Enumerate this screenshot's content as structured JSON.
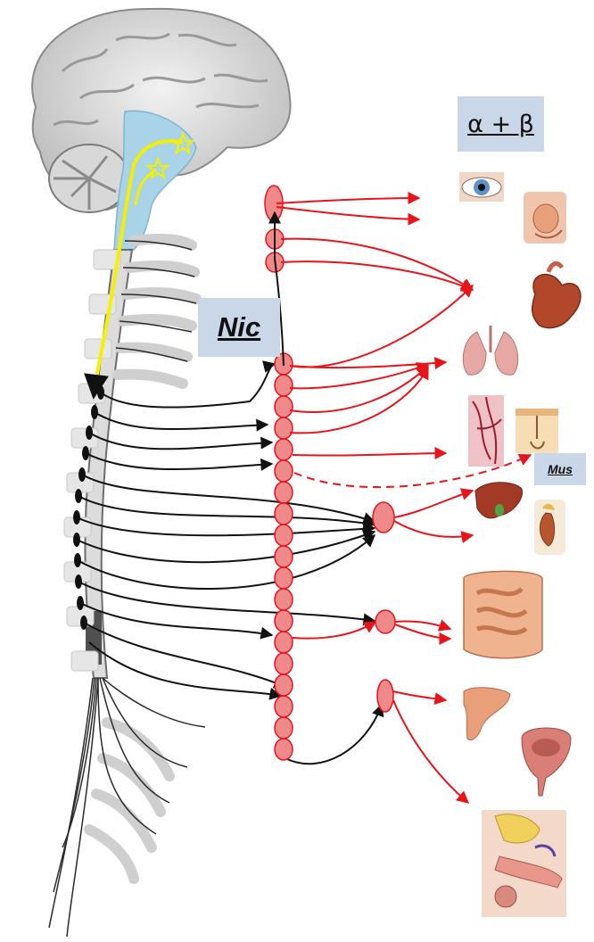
{
  "labels": {
    "alpha_beta": "α + β",
    "nic": "Nic",
    "mus": "Mus"
  },
  "organs": [
    {
      "name": "eye",
      "icon": "eye-icon"
    },
    {
      "name": "salivary-gland",
      "icon": "salivary-gland-icon"
    },
    {
      "name": "heart",
      "icon": "heart-icon"
    },
    {
      "name": "lungs",
      "icon": "lungs-icon"
    },
    {
      "name": "blood-vessels",
      "icon": "blood-vessels-icon"
    },
    {
      "name": "sweat-gland",
      "icon": "sweat-gland-icon"
    },
    {
      "name": "liver",
      "icon": "liver-icon"
    },
    {
      "name": "kidney-adrenal",
      "icon": "kidney-icon"
    },
    {
      "name": "intestines",
      "icon": "intestines-icon"
    },
    {
      "name": "rectum",
      "icon": "rectum-icon"
    },
    {
      "name": "bladder",
      "icon": "bladder-icon"
    },
    {
      "name": "reproductive-organs",
      "icon": "reproductive-organs-icon"
    }
  ],
  "colors": {
    "postganglionic": "#e8141a",
    "ganglion_fill": "#f08a8a",
    "preganglionic": "#111111",
    "descending_pathway": "#f4f000",
    "brainstem": "#a9d3e6",
    "label_box": "#c9d7e8"
  }
}
